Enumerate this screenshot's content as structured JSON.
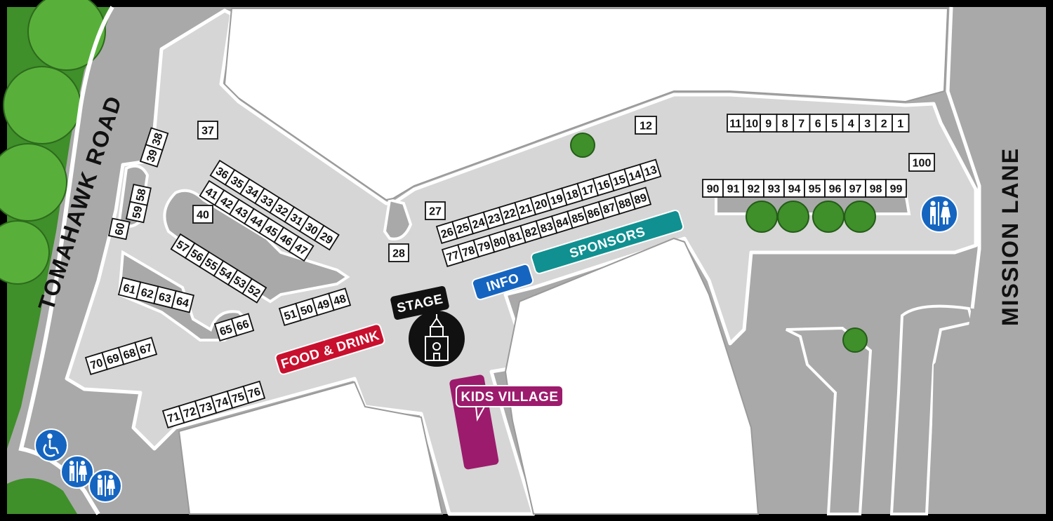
{
  "roads": {
    "west": "TOMAHAWK ROAD",
    "east": "MISSION LANE"
  },
  "labels": {
    "stage": "STAGE",
    "food": "FOOD & DRINK",
    "info": "INFO",
    "sponsors": "SPONSORS",
    "kids": "KIDS VILLAGE"
  },
  "colors": {
    "stage": "#111111",
    "food": "#c8102e",
    "info": "#1565c0",
    "sponsors": "#109090",
    "kids": "#9c1b6c",
    "amenity": "#1565c0",
    "walkway": "#d6d6d6",
    "road": "#a8a8a8",
    "building": "#ffffff",
    "tree": "#3f8f2a"
  },
  "icons": [
    "accessible-icon",
    "restroom-icon",
    "clocktower-icon",
    "tree-icon"
  ],
  "booth_groups": {
    "g_1_11": [
      "11",
      "10",
      "9",
      "8",
      "7",
      "6",
      "5",
      "4",
      "3",
      "2",
      "1"
    ],
    "g_12": [
      "12"
    ],
    "g_100": [
      "100"
    ],
    "g_90_99": [
      "90",
      "91",
      "92",
      "93",
      "94",
      "95",
      "96",
      "97",
      "98",
      "99"
    ],
    "g_13_26": [
      "26",
      "25",
      "24",
      "23",
      "22",
      "21",
      "20",
      "19",
      "18",
      "17",
      "16",
      "15",
      "14",
      "13"
    ],
    "g_77_89": [
      "77",
      "78",
      "79",
      "80",
      "81",
      "82",
      "83",
      "84",
      "85",
      "86",
      "87",
      "88",
      "89"
    ],
    "g_27": [
      "27"
    ],
    "g_28": [
      "28"
    ],
    "g_37": [
      "37"
    ],
    "g_38_39": [
      "39",
      "38"
    ],
    "g_29_36": [
      "36",
      "35",
      "34",
      "33",
      "32",
      "31",
      "30",
      "29"
    ],
    "g_41_47": [
      "41",
      "42",
      "43",
      "44",
      "45",
      "46",
      "47"
    ],
    "g_40": [
      "40"
    ],
    "g_52_57": [
      "57",
      "56",
      "55",
      "54",
      "53",
      "52"
    ],
    "g_48_51": [
      "51",
      "50",
      "49",
      "48"
    ],
    "g_58_59": [
      "59",
      "58"
    ],
    "g_60": [
      "60"
    ],
    "g_61_64": [
      "61",
      "62",
      "63",
      "64"
    ],
    "g_65_66": [
      "65",
      "66"
    ],
    "g_67_70": [
      "70",
      "69",
      "68",
      "67"
    ],
    "g_71_76": [
      "71",
      "72",
      "73",
      "74",
      "75",
      "76"
    ]
  }
}
